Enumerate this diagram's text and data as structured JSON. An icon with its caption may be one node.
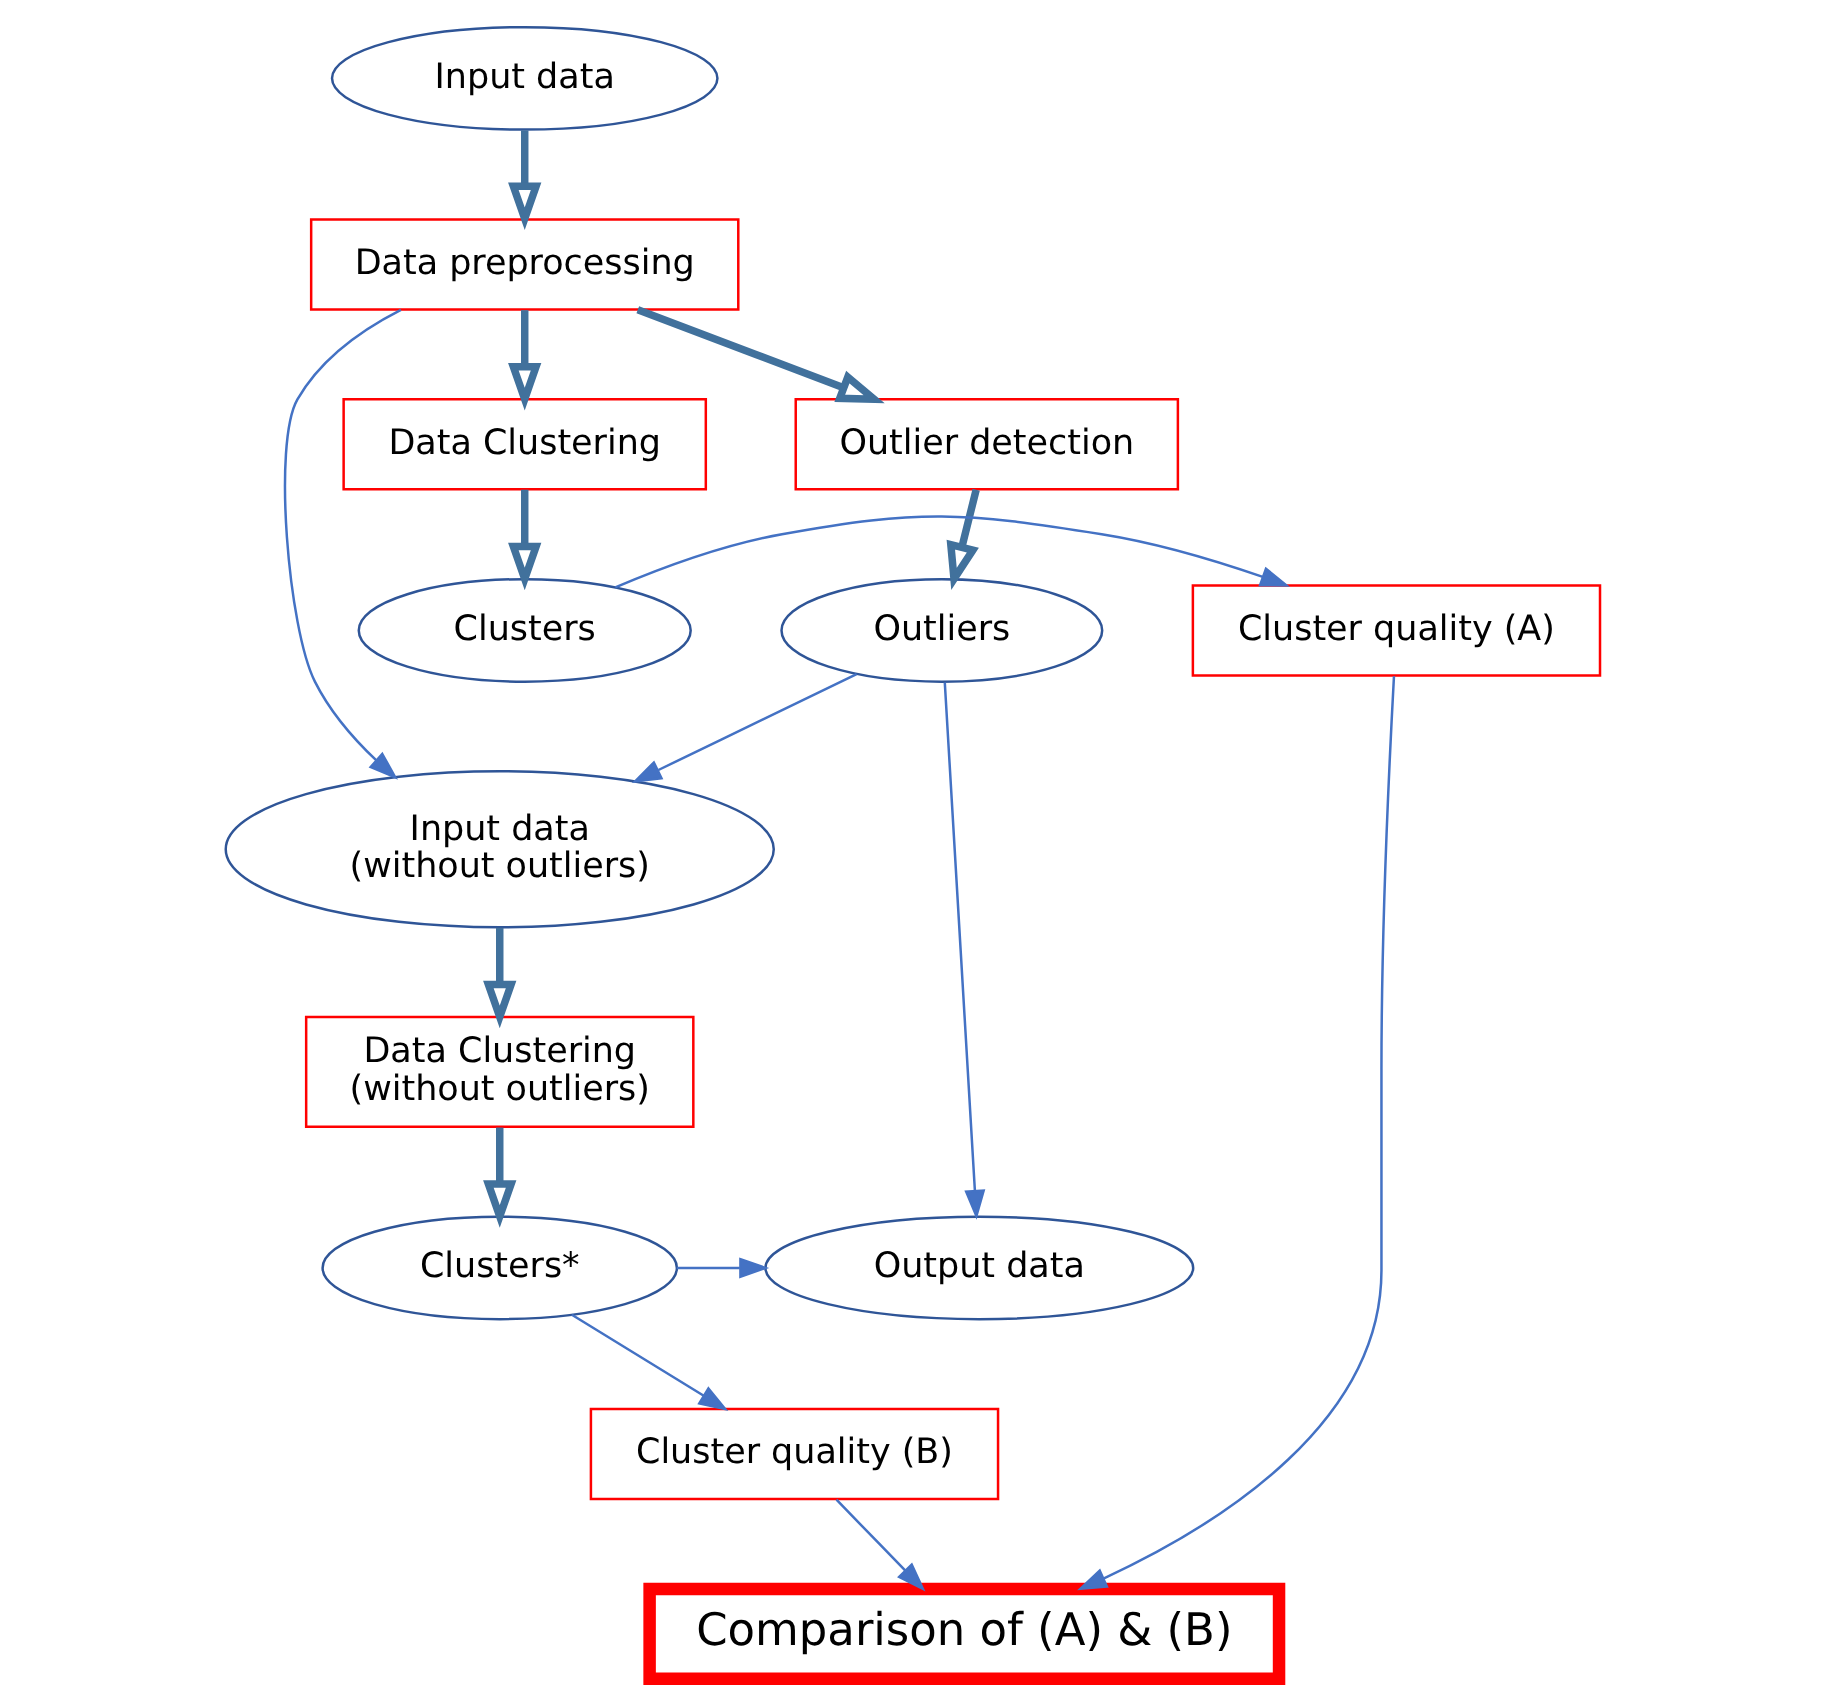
{
  "diagram": {
    "nodes": [
      {
        "text": [
          "Input data"
        ]
      },
      {
        "text": [
          "Data preprocessing"
        ]
      },
      {
        "text": [
          "Outlier detection"
        ]
      },
      {
        "text": [
          "Data Clustering"
        ]
      },
      {
        "text": [
          "Outliers"
        ]
      },
      {
        "text": [
          "Clusters"
        ]
      },
      {
        "text": [
          "Cluster quality (A)"
        ]
      },
      {
        "text": [
          "Comparison of (A) & (B)"
        ]
      },
      {
        "text": [
          "Input data",
          "(without outliers)"
        ]
      },
      {
        "text": [
          "Data Clustering",
          "(without outliers)"
        ]
      },
      {
        "text": [
          "Cluster quality (B)"
        ]
      },
      {
        "text": [
          "Output data"
        ]
      },
      {
        "text": [
          "Clusters*"
        ]
      }
    ],
    "edges": [
      {
        "from": 0,
        "to": 1,
        "arrow": "to",
        "style": "thick"
      },
      {
        "from": 1,
        "to": 2,
        "arrow": "to",
        "style": "thick"
      },
      {
        "from": 1,
        "to": 3,
        "arrow": "to",
        "style": "thick"
      },
      {
        "from": 1,
        "to": 8,
        "arrow": "to"
      },
      {
        "from": 2,
        "to": 4,
        "arrow": "to",
        "style": "thick"
      },
      {
        "from": 3,
        "to": 5,
        "arrow": "to",
        "style": "thick"
      },
      {
        "from": 5,
        "to": 6,
        "arrow": "to"
      },
      {
        "from": 4,
        "to": 8,
        "arrow": "to"
      },
      {
        "from": 4,
        "to": 11,
        "arrow": "to"
      },
      {
        "from": 6,
        "to": 7,
        "arrow": "to"
      },
      {
        "from": 8,
        "to": 9,
        "arrow": "to",
        "style": "thick"
      },
      {
        "from": 10,
        "to": 7,
        "arrow": "to"
      },
      {
        "from": 9,
        "to": 12,
        "arrow": "to",
        "style": "thick"
      },
      {
        "from": 12,
        "to": 10,
        "arrow": "to"
      },
      {
        "from": 12,
        "to": 11,
        "arrow": "to"
      }
    ]
  }
}
